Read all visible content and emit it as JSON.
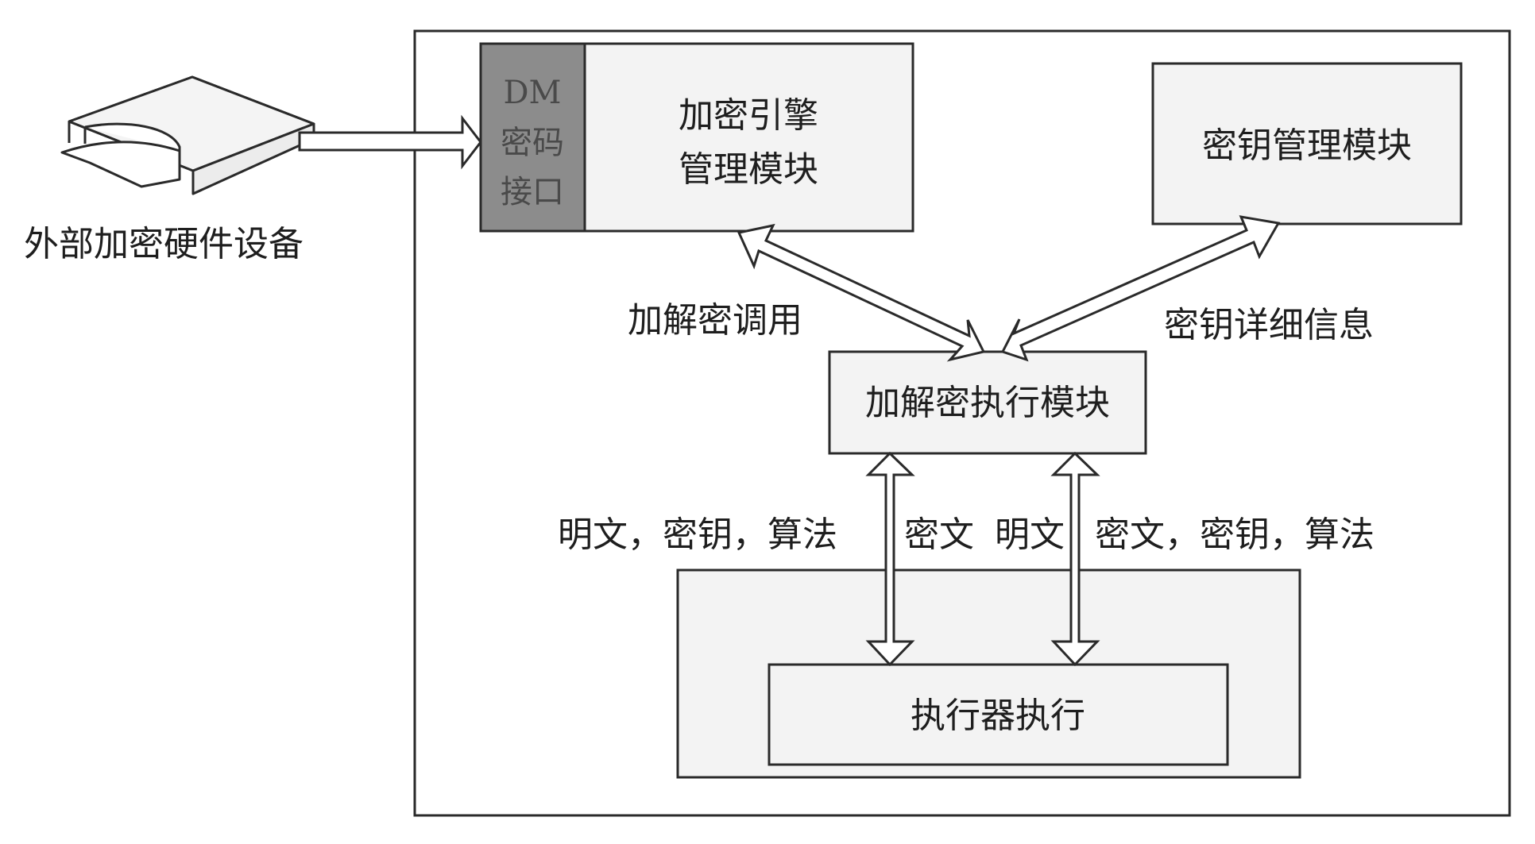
{
  "diagram": {
    "external_device": {
      "label": "外部加密硬件设备"
    },
    "engine_module": {
      "interface_label_lines": [
        "DM",
        "密码",
        "接口"
      ],
      "label_lines": [
        "加密引擎",
        "管理模块"
      ]
    },
    "key_module": {
      "label": "密钥管理模块"
    },
    "exec_module": {
      "label": "加解密执行模块"
    },
    "executor": {
      "label": "执行器执行"
    },
    "edges": {
      "engine_exec": "加解密调用",
      "key_exec": "密钥详细信息",
      "left_down": "明文，密钥，算法",
      "left_up": "密文",
      "right_up": "明文",
      "right_down": "密文，密钥，算法"
    },
    "colors": {
      "line": "#2a2a2a",
      "box_fill": "#f3f3f3",
      "interface_fill": "#8c8c8c",
      "interface_text": "#4a4a4a",
      "background": "#ffffff"
    }
  }
}
